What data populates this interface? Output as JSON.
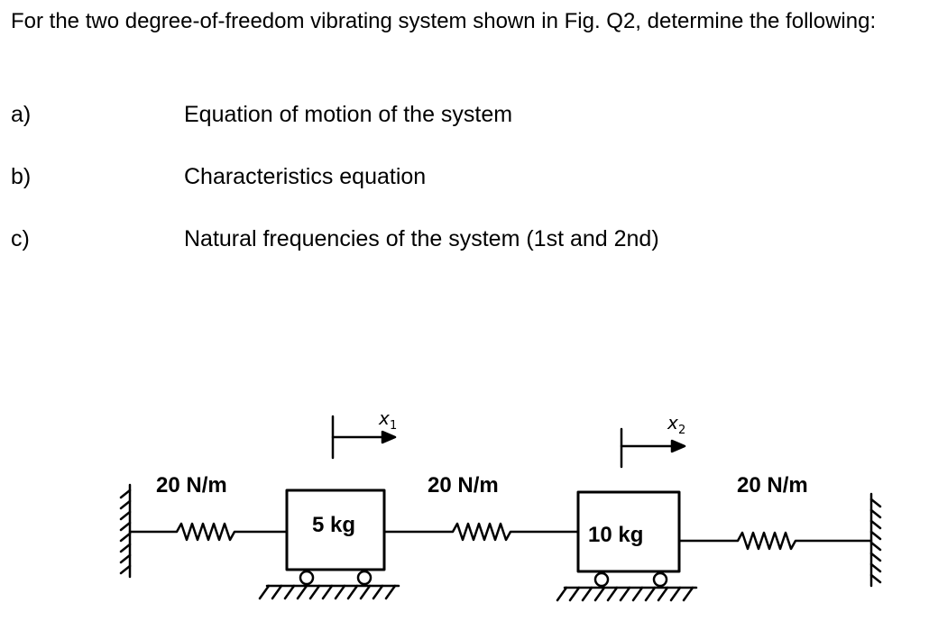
{
  "question": {
    "intro": "For the two degree-of-freedom vibrating system shown in Fig. Q2, determine the following:",
    "items": [
      {
        "letter": "a)",
        "text": "Equation of motion of the system"
      },
      {
        "letter": "b)",
        "text": "Characteristics equation"
      },
      {
        "letter": "c)",
        "text": "Natural frequencies of the system (1st and 2nd)"
      }
    ]
  },
  "figure": {
    "spring_left": "20 N/m",
    "spring_middle": "20 N/m",
    "spring_right": "20 N/m",
    "mass_1": "5 kg",
    "mass_2": "10 kg",
    "disp_1": "x",
    "disp_1_sub": "1",
    "disp_2": "x",
    "disp_2_sub": "2"
  }
}
